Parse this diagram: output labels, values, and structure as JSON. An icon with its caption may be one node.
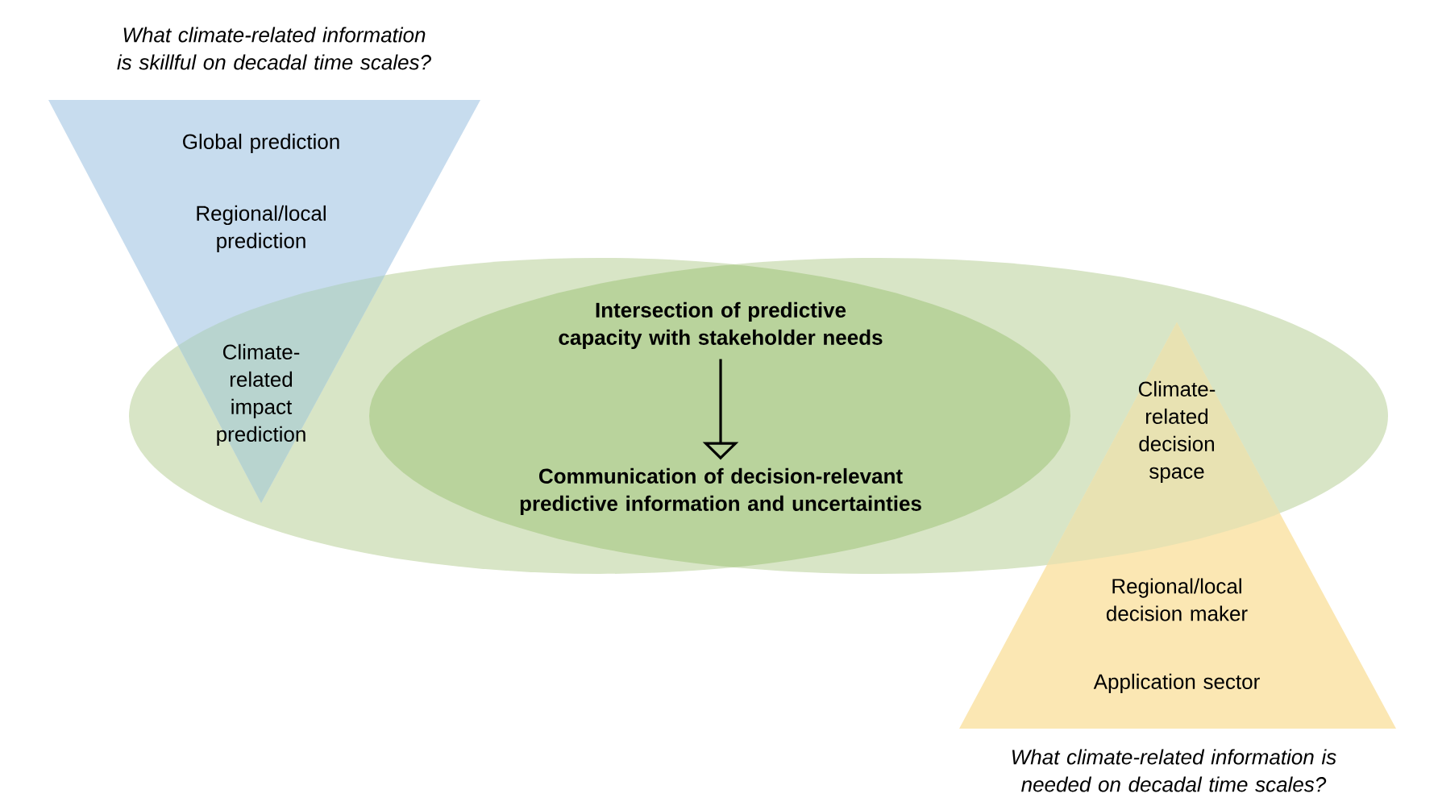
{
  "diagram": {
    "nodes": [
      {
        "text": [
          "What climate-related information is skillful on decadal time scales?",
          "Global prediction",
          "Regional/local prediction"
        ]
      },
      {
        "text": [
          "Climate-related impact prediction"
        ]
      },
      {
        "text": [
          "Climate-related decision space"
        ]
      },
      {
        "text": [
          "Intersection of predictive capacity with stakeholder needs"
        ]
      },
      {
        "text": [
          "Communication of decision-relevant predictive information and uncertainties"
        ]
      },
      {
        "text": [
          "Regional/local decision maker",
          "Application sector",
          "What climate-related information is needed on decadal time scales?"
        ]
      }
    ],
    "edges": [
      {
        "from": 3,
        "to": 4,
        "arrow": "to"
      }
    ]
  }
}
